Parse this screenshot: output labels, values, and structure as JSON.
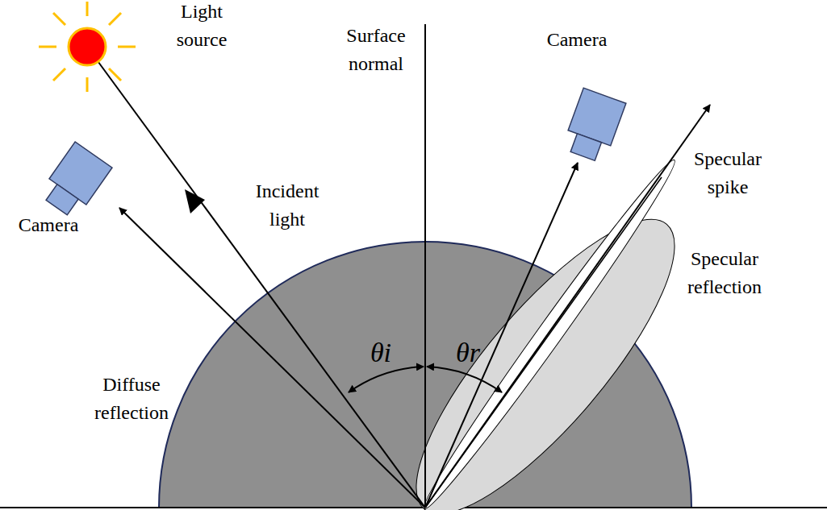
{
  "diagram": {
    "labels": [
      "Light source",
      "Surface normal",
      "Camera",
      "Specular spike",
      "Incident light",
      "Camera",
      "Specular reflection",
      "θi",
      "θr",
      "Diffuse reflection"
    ]
  }
}
